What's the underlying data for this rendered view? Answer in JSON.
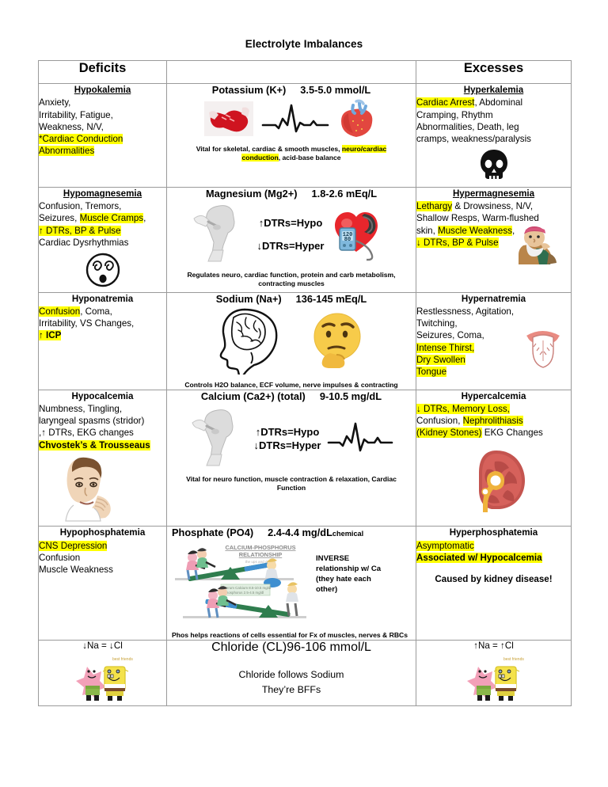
{
  "document": {
    "title": "Electrolyte Imbalances"
  },
  "table": {
    "headers": {
      "left": "Deficits",
      "middle": "",
      "right": "Excesses"
    },
    "rows": [
      {
        "id": "potassium",
        "deficit": {
          "name": "Hypokalemia",
          "lines": [
            {
              "text": "Anxiety,",
              "highlight": false
            },
            {
              "text": " Irritability, Fatigue,",
              "highlight": false
            },
            {
              "text": "Weakness, N/V,",
              "highlight": false
            },
            {
              "text": "*Cardiac Conduction",
              "highlight": true
            },
            {
              "text": "Abnormalities",
              "highlight": true
            }
          ],
          "icon": ""
        },
        "center": {
          "element": "Potassium (K+)",
          "range": "3.5-5.0  mmol/L",
          "icons": [
            "muscle-icon",
            "ekg-waveform-icon",
            "heart-anatomy-icon"
          ],
          "footnote_pre": "Vital for skeletal, cardiac & smooth muscles, ",
          "footnote_hl": "neuro/cardiac conduction",
          "footnote_post": ", acid-base balance"
        },
        "excess": {
          "name": "Hyperkalemia",
          "lines": [
            {
              "text": "Cardiac Arrest",
              "highlight": true,
              "suffix": ", Abdominal"
            },
            {
              "text": "Cramping, Rhythm",
              "highlight": false
            },
            {
              "text": "Abnormalities, Death, leg",
              "highlight": false
            },
            {
              "text": "cramps, weakness/paralysis",
              "highlight": false
            }
          ],
          "icon": "skull-icon"
        }
      },
      {
        "id": "magnesium",
        "deficit": {
          "name": "Hypomagnesemia",
          "lines": [
            {
              "text": "Confusion, Tremors,",
              "highlight": false
            },
            {
              "text": "Seizures, ",
              "highlight": false,
              "hl_part": "Muscle Cramps",
              "suffix": ","
            },
            {
              "text": "↑ DTRs, BP & Pulse",
              "highlight": true
            },
            {
              "text": "Cardiac Dysrhythmias",
              "highlight": false
            }
          ],
          "icon": "dizzy-face-icon"
        },
        "center": {
          "element": "Magnesium (Mg2+)",
          "range": "1.8-2.6 mEq/L",
          "dtr_up": "↑DTRs=Hypo",
          "dtr_down": "↓DTRs=Hyper",
          "icons": [
            "knee-reflex-hammer-icon",
            "heart-bp-cuff-icon"
          ],
          "footnote": "Regulates neuro, cardiac function, protein and carb metabolism, contracting muscles"
        },
        "excess": {
          "name": "Hypermagnesemia",
          "lines": [
            {
              "text": "Lethargy",
              "highlight": true,
              "suffix": " & Drowsiness, N/V,"
            },
            {
              "text": "Shallow Resps, Warm-flushed",
              "highlight": false
            },
            {
              "text": "skin, ",
              "highlight": false,
              "hl_part": "Muscle Weakness",
              "suffix": ","
            },
            {
              "text": "↓ DTRs, BP & Pulse",
              "highlight": true
            }
          ],
          "icon": "sleepy-dwarf-icon"
        }
      },
      {
        "id": "sodium",
        "deficit": {
          "name": "Hyponatremia",
          "underline": false,
          "lines": [
            {
              "text": "Confusion",
              "highlight": true,
              "suffix": ", Coma,"
            },
            {
              "text": "Irritability, VS Changes,",
              "highlight": false
            },
            {
              "text": "↑ ICP",
              "highlight": true
            }
          ],
          "icon": ""
        },
        "center": {
          "element": "Sodium (Na+)",
          "range": "136-145 mEq/L",
          "icons": [
            "brain-head-icon",
            "thinking-face-emoji-icon"
          ],
          "footnote": "Controls H2O balance, ECF volume, nerve impulses & contracting"
        },
        "excess": {
          "name": "Hypernatremia",
          "lines": [
            {
              "text": "Restlessness, Agitation,",
              "highlight": false
            },
            {
              "text": "Twitching,",
              "highlight": false
            },
            {
              "text": "Seizures, Coma,",
              "highlight": false
            },
            {
              "text": "Intense Thirst,",
              "highlight": true
            },
            {
              "text": "Dry Swollen",
              "highlight": true
            },
            {
              "text": "Tongue",
              "highlight": true
            }
          ],
          "icon": "swollen-tongue-icon"
        }
      },
      {
        "id": "calcium",
        "deficit": {
          "name": "Hypocalcemia",
          "lines": [
            {
              "text": "Numbness, Tingling,",
              "highlight": false
            },
            {
              "text": "laryngeal spasms (stridor)",
              "highlight": false
            },
            {
              "text": ",↑ DTRs, EKG changes",
              "highlight": false
            },
            {
              "text": "Chvostek’s & Trousseaus",
              "highlight": true,
              "bold": true
            }
          ],
          "icon": "chvostek-face-icon"
        },
        "center": {
          "element": "Calcium (Ca2+) (total)",
          "range": "9-10.5 mg/dL",
          "dtr_up": "↑DTRs=Hypo",
          "dtr_down": "↓DTRs=Hyper",
          "icons": [
            "knee-reflex-hammer-icon",
            "ekg-waveform-icon"
          ],
          "footnote": "Vital for neuro function, muscle contraction & relaxation, Cardiac Function"
        },
        "excess": {
          "name": "Hypercalcemia",
          "lines": [
            {
              "text": "↓ DTRs, Memory Loss,",
              "highlight": true
            },
            {
              "text": "Confusion, ",
              "highlight": false,
              "hl_part": "Nephrolithiasis",
              "suffix": ""
            },
            {
              "text": "(Kidney Stones)",
              "highlight": true,
              "suffix": " EKG Changes"
            }
          ],
          "icon": "kidney-icon"
        }
      },
      {
        "id": "phosphate",
        "deficit": {
          "name": "Hypophosphatemia",
          "lines": [
            {
              "text": "CNS Depression",
              "highlight": true
            },
            {
              "text": "Confusion",
              "highlight": false
            },
            {
              "text": "Muscle Weakness",
              "highlight": false
            }
          ],
          "icon": ""
        },
        "center": {
          "element": "Phosphate (PO4)",
          "range": "2.4-4.4 mg/dL",
          "range_suffix": "chemical",
          "diagram_title": "CALCIUM-PHOSPHORUS RELATIONSHIP",
          "note": "INVERSE relationship w/ Ca (they hate each other)",
          "icons": [
            "seesaw-calcium-phosphorus-icon"
          ],
          "footnote": "Phos helps reactions of cells essential for Fx of muscles, nerves & RBCs"
        },
        "excess": {
          "name": "Hyperphosphatemia",
          "lines": [
            {
              "text": "Asymptomatic",
              "highlight": true
            },
            {
              "text": "Associated w/ Hypocalcemia",
              "highlight": true,
              "bold": true
            },
            {
              "text": "",
              "highlight": false
            },
            {
              "text": "Caused by kidney disease!",
              "highlight": false,
              "bold": true,
              "center": true
            }
          ],
          "icon": ""
        }
      },
      {
        "id": "chloride",
        "deficit": {
          "name": "",
          "formula": "↓Na = ↓Cl",
          "icon": "spongebob-patrick-icon"
        },
        "center": {
          "element": "Chloride (CL)",
          "range": "96-106 mmol/L",
          "lines": [
            "Chloride follows Sodium",
            "They’re BFFs"
          ]
        },
        "excess": {
          "name": "",
          "formula": "↑Na = ↑Cl",
          "icon": "spongebob-patrick-icon"
        }
      }
    ]
  },
  "colors": {
    "highlight": "#ffff00",
    "border": "#9a9a9a",
    "text": "#000000"
  }
}
